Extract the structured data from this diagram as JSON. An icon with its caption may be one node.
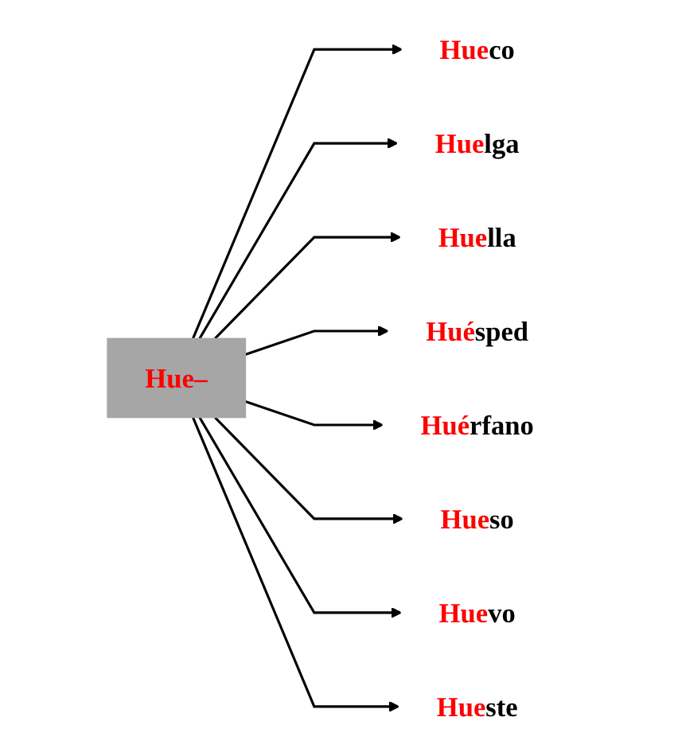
{
  "diagram": {
    "nodes": [
      {
        "text": [
          "Hue–"
        ]
      },
      {
        "text": [
          "**Hue**co"
        ]
      },
      {
        "text": [
          "**Hue**lga"
        ]
      },
      {
        "text": [
          "**Hue**lla"
        ]
      },
      {
        "text": [
          "**Hué**sped"
        ]
      },
      {
        "text": [
          "**Hué**rfano"
        ]
      },
      {
        "text": [
          "**Hue**so"
        ]
      },
      {
        "text": [
          "**Hue**vo"
        ]
      },
      {
        "text": [
          "**Hue**ste"
        ]
      }
    ],
    "edges": [
      {
        "from": 0,
        "to": 1,
        "arrow": "to"
      },
      {
        "from": 0,
        "to": 2,
        "arrow": "to"
      },
      {
        "from": 0,
        "to": 3,
        "arrow": "to"
      },
      {
        "from": 0,
        "to": 4,
        "arrow": "to"
      },
      {
        "from": 0,
        "to": 5,
        "arrow": "to"
      },
      {
        "from": 0,
        "to": 6,
        "arrow": "to"
      },
      {
        "from": 0,
        "to": 7,
        "arrow": "to"
      },
      {
        "from": 0,
        "to": 8,
        "arrow": "to"
      }
    ]
  }
}
